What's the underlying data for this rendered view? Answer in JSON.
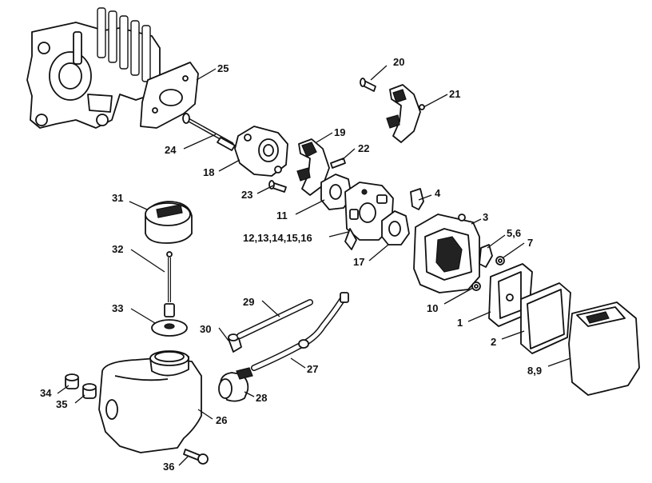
{
  "callouts": [
    {
      "id": "c1",
      "text": "1"
    },
    {
      "id": "c2",
      "text": "2"
    },
    {
      "id": "c3",
      "text": "3"
    },
    {
      "id": "c4",
      "text": "4"
    },
    {
      "id": "c56",
      "text": "5,6"
    },
    {
      "id": "c7",
      "text": "7"
    },
    {
      "id": "c89",
      "text": "8,9"
    },
    {
      "id": "c10",
      "text": "10"
    },
    {
      "id": "c11",
      "text": "11"
    },
    {
      "id": "c1216",
      "text": "12,13,14,15,16"
    },
    {
      "id": "c17",
      "text": "17"
    },
    {
      "id": "c18",
      "text": "18"
    },
    {
      "id": "c19",
      "text": "19"
    },
    {
      "id": "c20",
      "text": "20"
    },
    {
      "id": "c21",
      "text": "21"
    },
    {
      "id": "c22",
      "text": "22"
    },
    {
      "id": "c23",
      "text": "23"
    },
    {
      "id": "c24",
      "text": "24"
    },
    {
      "id": "c25",
      "text": "25"
    },
    {
      "id": "c26",
      "text": "26"
    },
    {
      "id": "c27",
      "text": "27"
    },
    {
      "id": "c28",
      "text": "28"
    },
    {
      "id": "c29",
      "text": "29"
    },
    {
      "id": "c30",
      "text": "30"
    },
    {
      "id": "c31",
      "text": "31"
    },
    {
      "id": "c32",
      "text": "32"
    },
    {
      "id": "c33",
      "text": "33"
    },
    {
      "id": "c34",
      "text": "34"
    },
    {
      "id": "c35",
      "text": "35"
    },
    {
      "id": "c36",
      "text": "36"
    }
  ]
}
